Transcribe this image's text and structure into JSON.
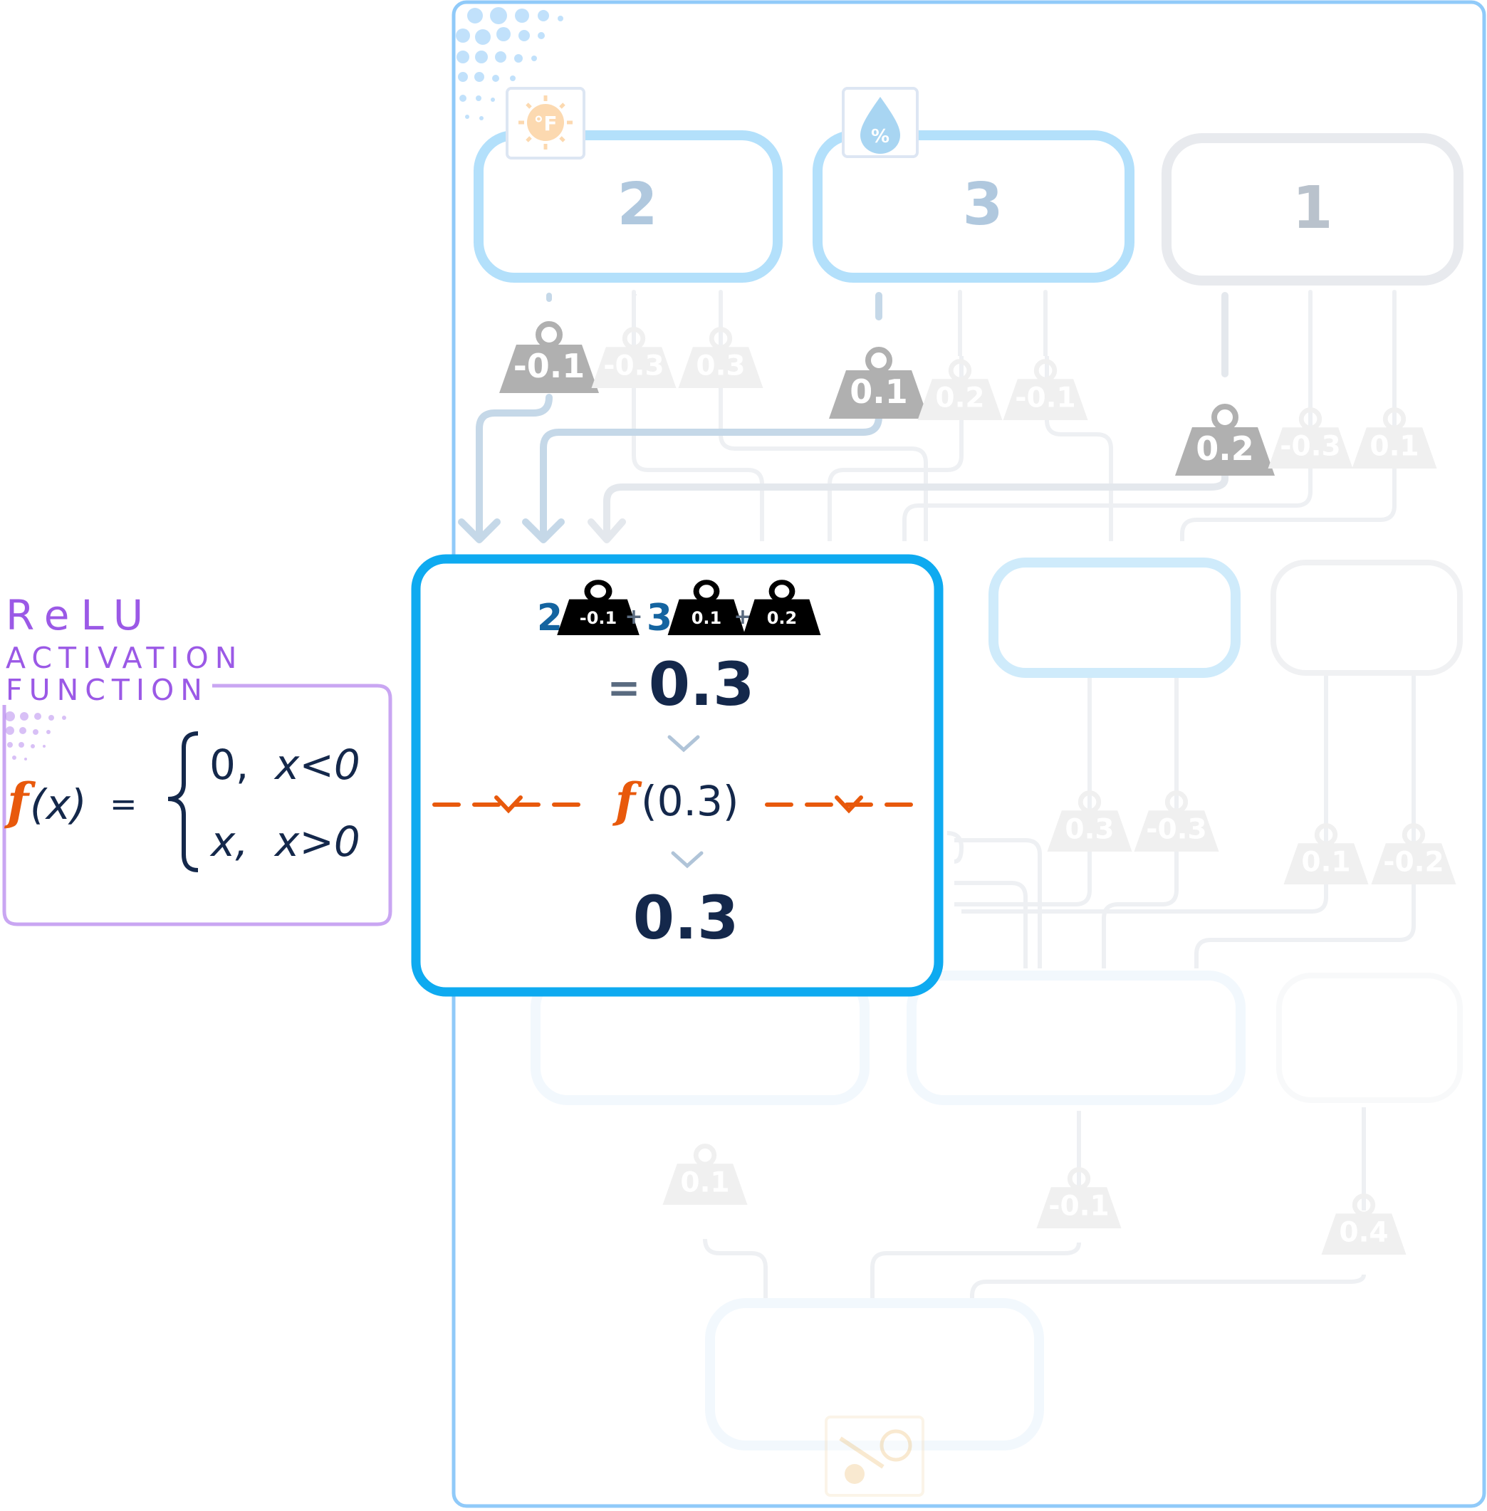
{
  "inputs": [
    {
      "value": "2",
      "icon": "temperature-fahrenheit-icon"
    },
    {
      "value": "3",
      "icon": "humidity-percent-icon"
    },
    {
      "value": "1",
      "icon": ""
    }
  ],
  "weights_layer1": [
    [
      "-0.1",
      "-0.3",
      "0.3"
    ],
    [
      "0.1",
      "0.2",
      "-0.1"
    ],
    [
      "0.2",
      "-0.3",
      "0.1"
    ]
  ],
  "weights_layer2": [
    "0.3",
    "-0.3",
    "0.1",
    "-0.2"
  ],
  "weights_layer3": [
    "0.1",
    "-0.1",
    "0.4"
  ],
  "computation": {
    "input_a": "2",
    "weight_a": "-0.1",
    "input_b": "3",
    "weight_b": "0.1",
    "bias": "0.2",
    "plus": "+",
    "dot": "·",
    "equals": "=",
    "sum": "0.3",
    "fn_name": "f",
    "fn_arg": "(0.3)",
    "result": "0.3"
  },
  "relu": {
    "title": "ReLU",
    "subtitle_1": "ACTIVATION",
    "subtitle_2": "FUNCTION",
    "lhs_f": "f",
    "lhs_x": "(x)",
    "equals": "=",
    "case1_value": "0,",
    "case1_cond": "x<0",
    "case2_value": "x,",
    "case2_cond": "x>0"
  },
  "colors": {
    "frame": "#90caf9",
    "highlight": "#0eaaf0",
    "navy": "#14284b",
    "blue_number": "#1464a0",
    "orange": "#e8590c",
    "purple": "#9b59e6"
  }
}
